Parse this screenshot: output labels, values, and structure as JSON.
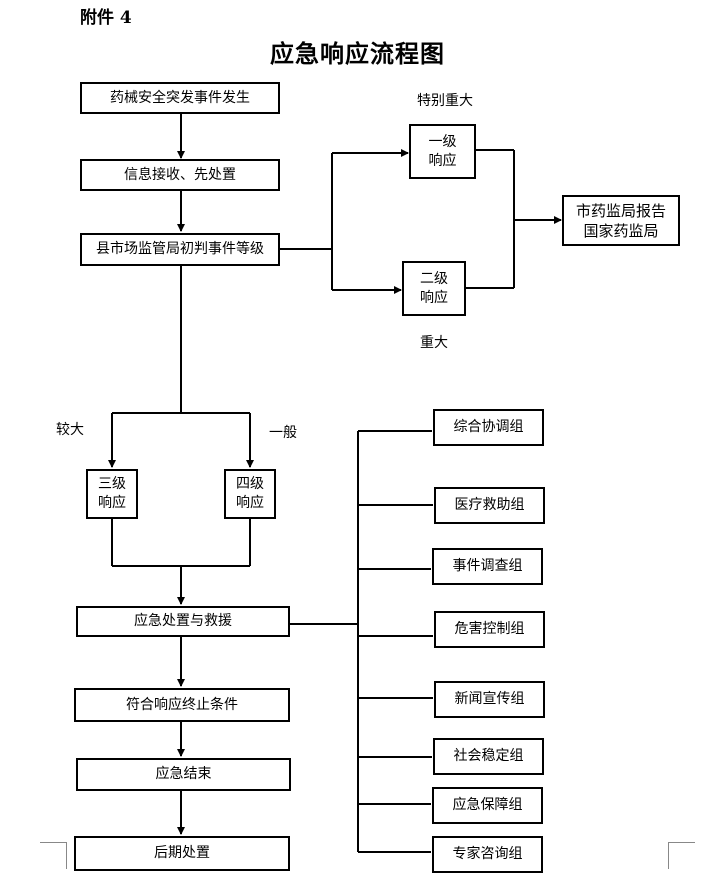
{
  "header": {
    "attachment": "附件 4",
    "title": "应急响应流程图"
  },
  "boxes": {
    "incident": "药械安全突发事件发生",
    "info": "信息接收、先处置",
    "county": "县市场监管局初判事件等级",
    "level1": "一级\n响应",
    "level2": "二级\n响应",
    "report": "市药监局报告\n国家药监局",
    "level3": "三级\n响应",
    "level4": "四级\n响应",
    "rescue": "应急处置与救援",
    "termination": "符合响应终止条件",
    "end": "应急结束",
    "aftermath": "后期处置"
  },
  "labels": {
    "extra_major": "特别重大",
    "major": "重大",
    "larger": "较大",
    "general": "一般"
  },
  "groups": [
    "综合协调组",
    "医疗救助组",
    "事件调查组",
    "危害控制组",
    "新闻宣传组",
    "社会稳定组",
    "应急保障组",
    "专家咨询组"
  ]
}
